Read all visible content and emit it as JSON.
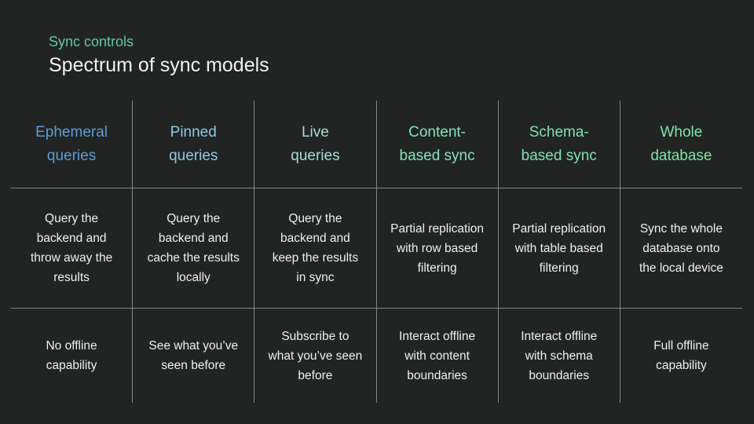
{
  "slide": {
    "eyebrow": "Sync controls",
    "title": "Spectrum of sync models"
  },
  "colors": {
    "background": "#212423",
    "grid_line": "#7a8a83",
    "eyebrow_text": "#63c8a2",
    "title_text": "#f2f2f2",
    "body_text": "#f0f0f0"
  },
  "table": {
    "row_labels": [
      "header",
      "sync_model",
      "offline_capability"
    ],
    "columns": [
      {
        "header": "Ephemeral\nqueries",
        "header_color": "#5b9ed8",
        "sync_model": "Query the\nbackend and\nthrow away the\nresults",
        "offline_capability": "No offline\ncapability"
      },
      {
        "header": "Pinned\nqueries",
        "header_color": "#8ec9e6",
        "sync_model": "Query the\nbackend and\ncache the results\nlocally",
        "offline_capability": "See what you’ve\nseen before"
      },
      {
        "header": "Live\nqueries",
        "header_color": "#a2ded6",
        "sync_model": "Query the\nbackend and\nkeep the results\nin sync",
        "offline_capability": "Subscribe to\nwhat you’ve seen\nbefore"
      },
      {
        "header": "Content-\nbased sync",
        "header_color": "#84e3bb",
        "sync_model": "Partial replication\nwith row based\nfiltering",
        "offline_capability": "Interact offline\nwith content\nboundaries"
      },
      {
        "header": "Schema-\nbased sync",
        "header_color": "#7ee4b4",
        "sync_model": "Partial replication\nwith table based\nfiltering",
        "offline_capability": "Interact offline\nwith schema\nboundaries"
      },
      {
        "header": "Whole\ndatabase",
        "header_color": "#7ee6a7",
        "sync_model": "Sync the whole\ndatabase onto\nthe local device",
        "offline_capability": "Full offline\ncapability"
      }
    ]
  }
}
